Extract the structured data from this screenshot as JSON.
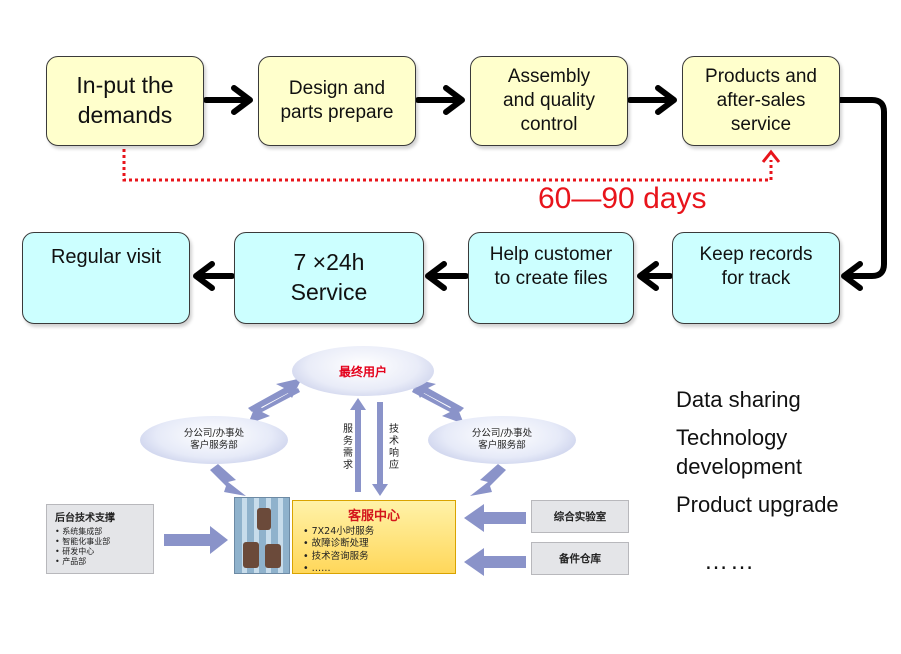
{
  "flow": {
    "row1": [
      {
        "label": "In-put the\ndemands"
      },
      {
        "label": "Design and\nparts prepare"
      },
      {
        "label": "Assembly\nand quality\ncontrol"
      },
      {
        "label": "Products and\nafter-sales\nservice"
      }
    ],
    "row2": [
      {
        "label": "Regular visit"
      },
      {
        "label": "7 ×24h\nService"
      },
      {
        "label": "Help customer\nto create files"
      },
      {
        "label": "Keep records\nfor track"
      }
    ],
    "cycle_label": "60—90 days",
    "colors": {
      "row1_fill": "#ffffcc",
      "row2_fill": "#ccffff",
      "arrow": "#000000",
      "cycle": "#e8141b"
    }
  },
  "side_list": {
    "items": [
      "Data sharing",
      "Technology\ndevelopment",
      "Product upgrade"
    ],
    "ellipsis": "……"
  },
  "network": {
    "end_user": "最终用户",
    "branch_left": "分公司/办事处\n客户服务部",
    "branch_right": "分公司/办事处\n客户服务部",
    "service_demand": "服务需求",
    "tech_response": "技术响应",
    "support": {
      "title": "后台技术支撑",
      "items": [
        "系统集成部",
        "智能化事业部",
        "研发中心",
        "产品部"
      ]
    },
    "center": {
      "title": "客服中心",
      "items": [
        "7X24小时服务",
        "故障诊断处理",
        "技术咨询服务",
        "……"
      ]
    },
    "lab": "综合实验室",
    "warehouse": "备件仓库"
  }
}
